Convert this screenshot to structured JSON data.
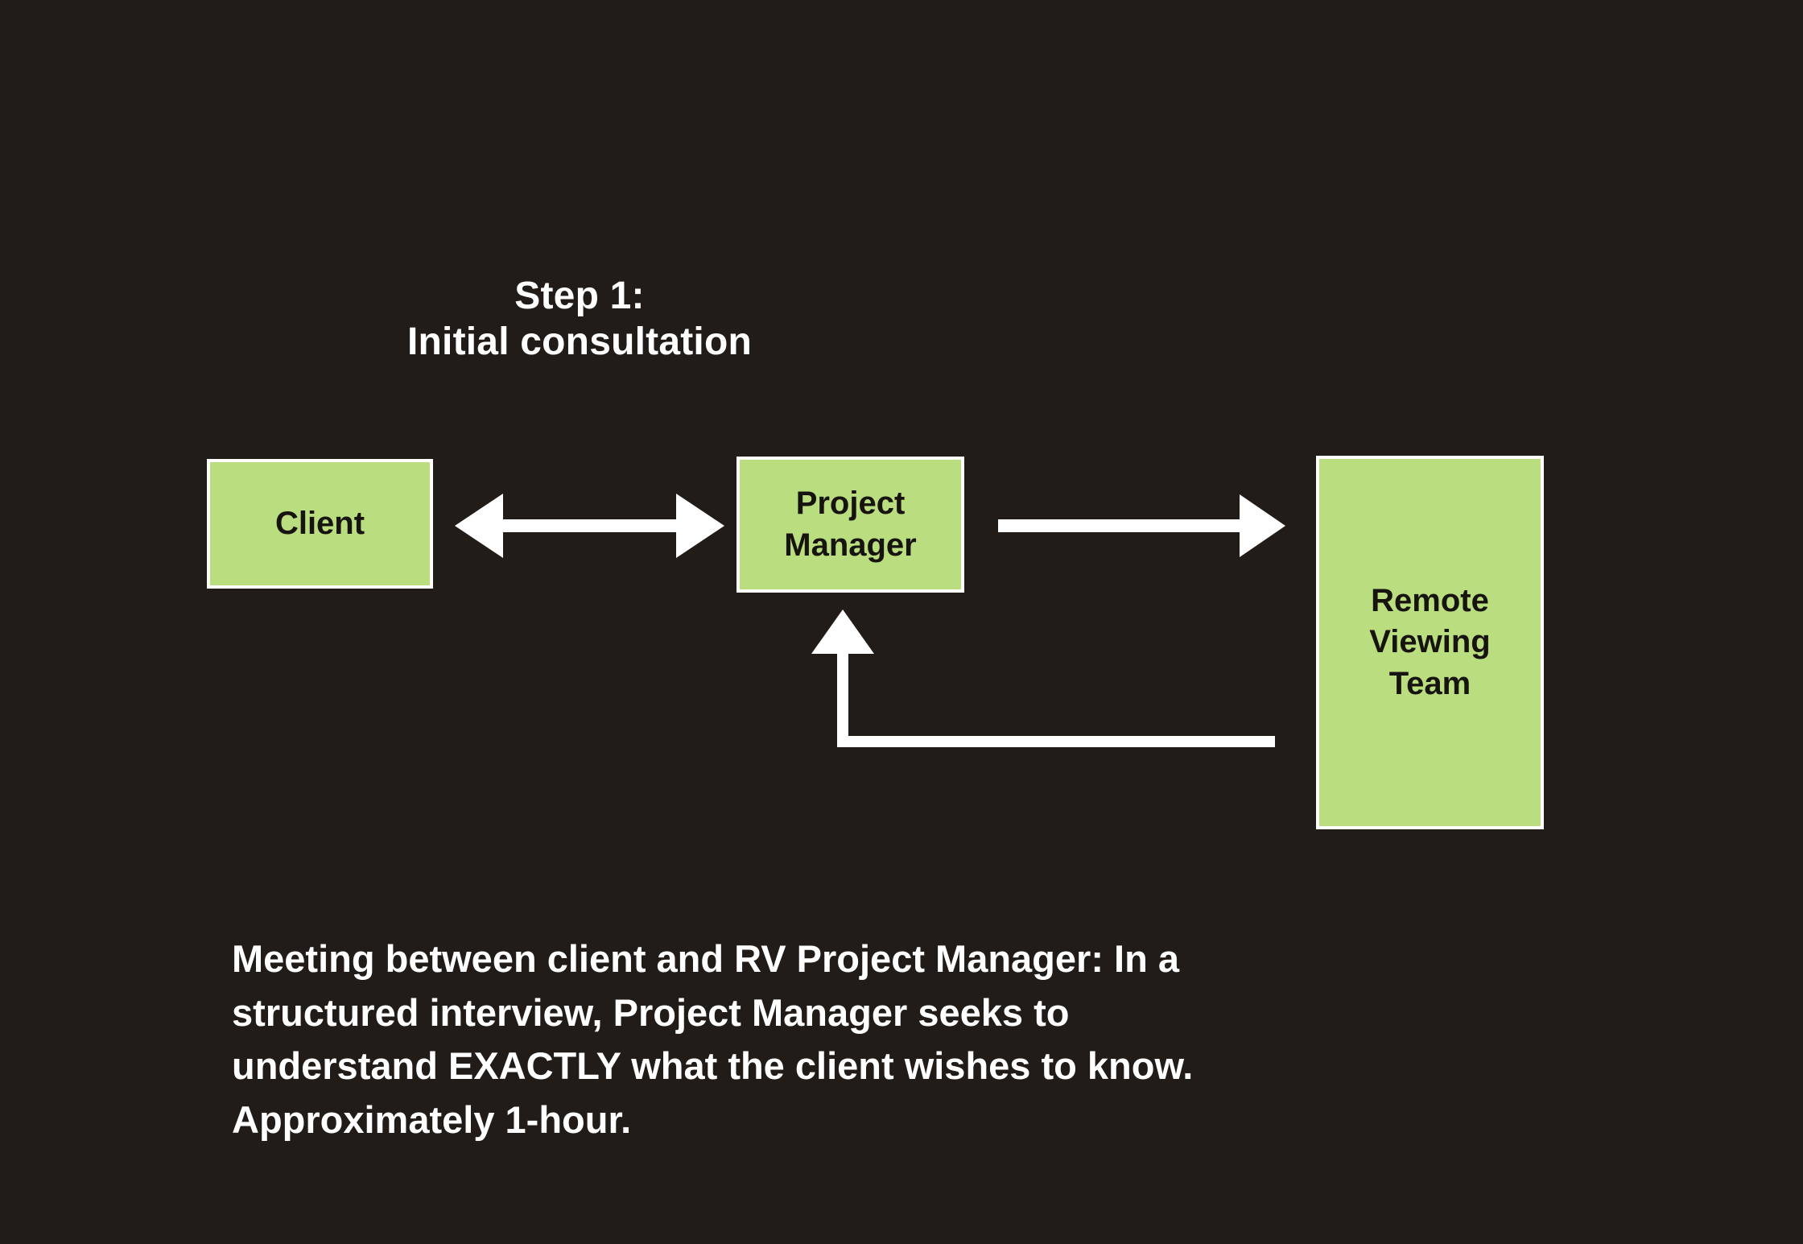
{
  "slide": {
    "background_color": "#211c18",
    "text_color": "#ffffff",
    "accent_color": "#b9dd7f",
    "node_border_color": "#ffffff",
    "node_text_color": "#17140f"
  },
  "title": {
    "line1": "Step 1:",
    "line2": "Initial consultation"
  },
  "nodes": [
    {
      "id": "client",
      "label": "Client",
      "lines": [
        "Client"
      ]
    },
    {
      "id": "project-manager",
      "label": "Project Manager",
      "lines": [
        "Project",
        "Manager"
      ]
    },
    {
      "id": "remote-viewing-team",
      "label": "Remote Viewing Team",
      "lines": [
        "Remote",
        "Viewing",
        "Team"
      ]
    }
  ],
  "connectors": [
    {
      "id": "client-pm",
      "from": "client",
      "to": "project-manager",
      "style": "double-headed-arrow",
      "direction": "bidirectional"
    },
    {
      "id": "pm-rvt",
      "from": "project-manager",
      "to": "remote-viewing-team",
      "style": "single-headed-arrow",
      "direction": "right"
    },
    {
      "id": "rvt-pm-feedback",
      "from": "remote-viewing-team",
      "to": "project-manager",
      "style": "elbow-arrow",
      "direction": "up-left"
    }
  ],
  "caption": {
    "line1": "Meeting between client and RV Project Manager: In a",
    "line2": "structured interview, Project Manager seeks to",
    "line3": "understand EXACTLY what the client wishes to know.",
    "line4": "Approximately 1-hour."
  }
}
